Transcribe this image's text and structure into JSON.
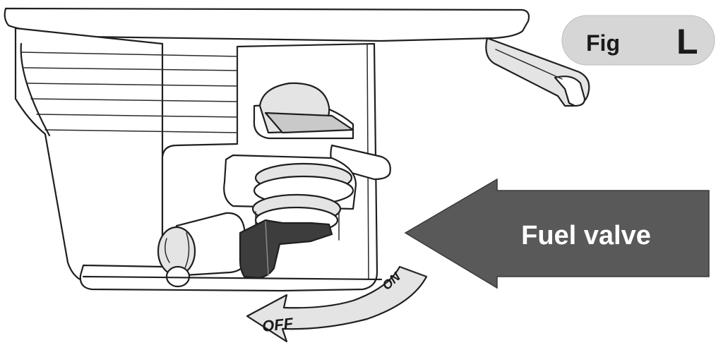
{
  "figure_badge": {
    "prefix": "Fig",
    "letter": "L"
  },
  "callout": {
    "label": "Fuel valve"
  },
  "valve_direction": {
    "off_label": "OFF",
    "on_label": "ON"
  },
  "colors": {
    "badge_fill": "#d6d6d6",
    "callout_arrow_fill": "#595959",
    "valve_lever_fill": "#3d3d3d",
    "line_ink": "#1f1f1f"
  }
}
